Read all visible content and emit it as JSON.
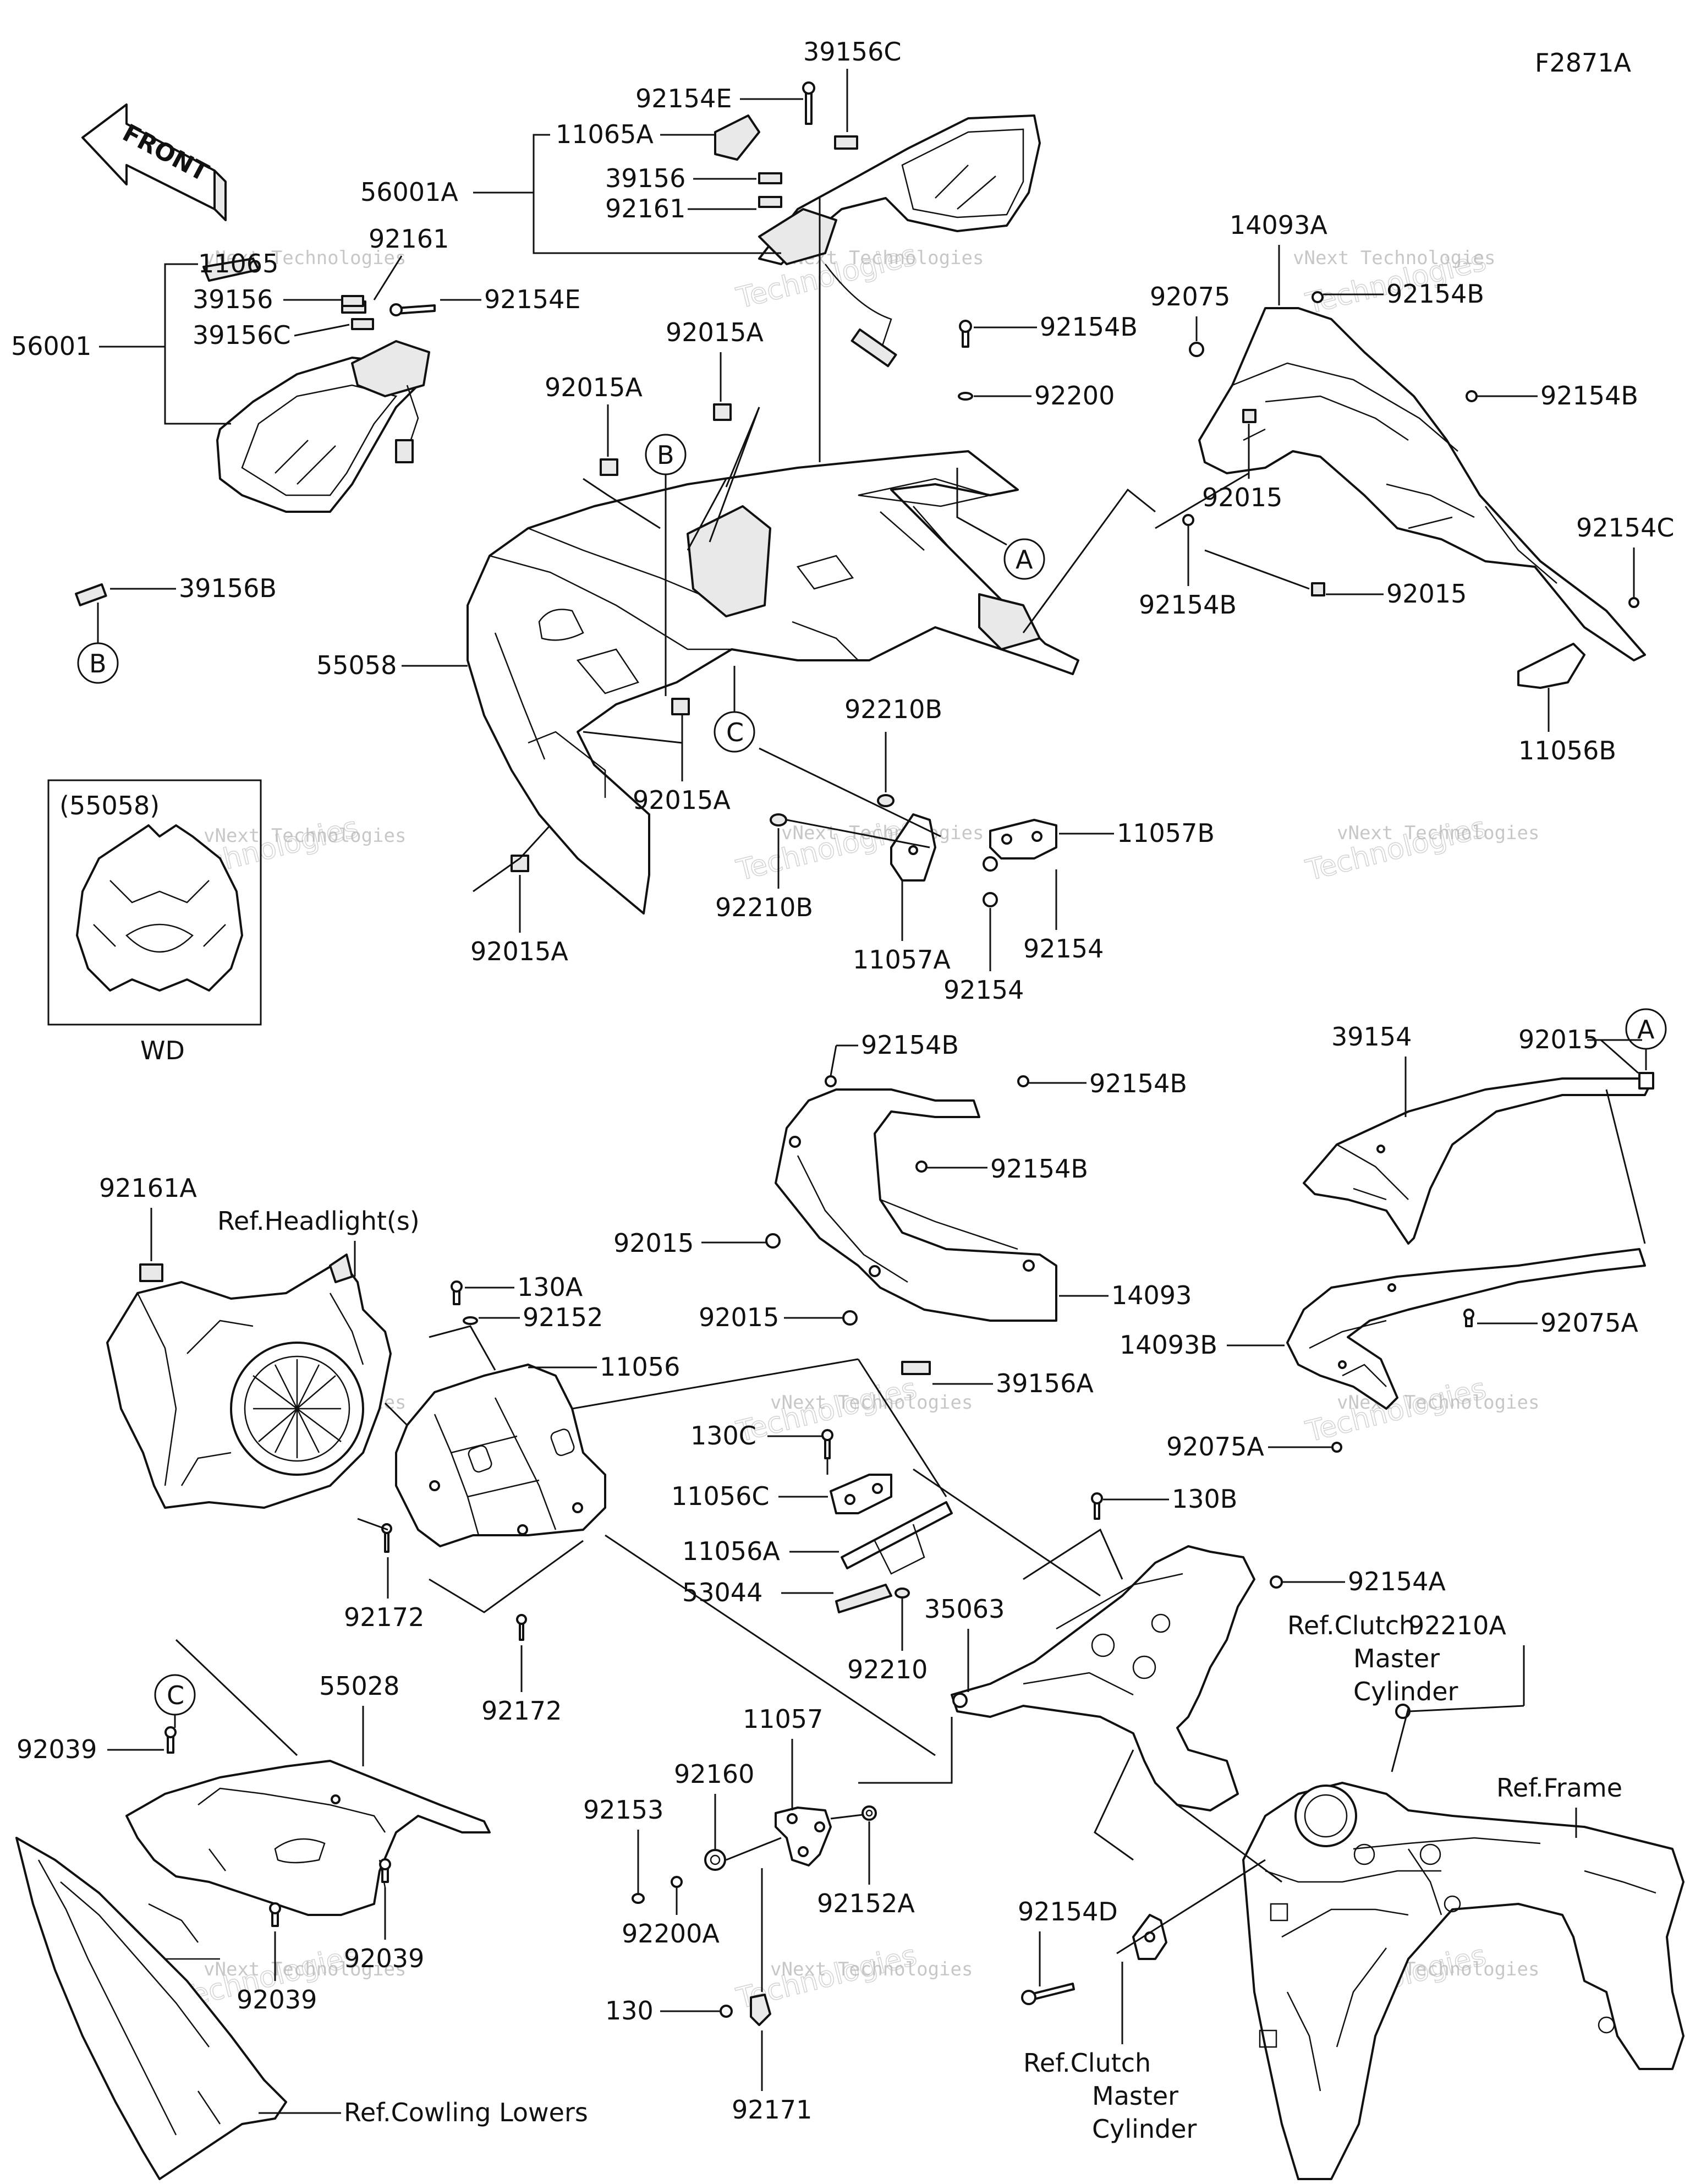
{
  "diagram_code": "F2871A",
  "front_label": "FRONT",
  "watermark_line1": "vNext Technologies",
  "watermark_line2": "Technologies",
  "inset": {
    "ref": "(55058)",
    "caption": "WD"
  },
  "callouts": [
    "A",
    "B",
    "C"
  ],
  "parts": {
    "p39156C_top": "39156C",
    "p92154E_top": "92154E",
    "p11065A": "11065A",
    "p39156_top": "39156",
    "p56001A": "56001A",
    "p92161_top": "92161",
    "p11065": "11065",
    "p92161_l": "92161",
    "p39156_l": "39156",
    "p92154E_l": "92154E",
    "p56001": "56001",
    "p39156C_l": "39156C",
    "p39156B": "39156B",
    "p92015A_1": "92015A",
    "p92015A_2": "92015A",
    "p92154B_m": "92154B",
    "p92200": "92200",
    "p55058": "55058",
    "p92015A_3": "92015A",
    "p92015A_4": "92015A",
    "p92210B_t": "92210B",
    "p92210B_b": "92210B",
    "p11057B": "11057B",
    "p11057A": "11057A",
    "p92154_r": "92154",
    "p92154_b": "92154",
    "p14093A": "14093A",
    "p92075": "92075",
    "p92154B_r1": "92154B",
    "p92154B_r2": "92154B",
    "p92015_r1": "92015",
    "p92154C": "92154C",
    "p92154B_r3": "92154B",
    "p92015_r2": "92015",
    "p11056B": "11056B",
    "p92154B_c1": "92154B",
    "p92154B_c2": "92154B",
    "p92154B_c3": "92154B",
    "p92015_c1": "92015",
    "p92015_c2": "92015",
    "p14093": "14093",
    "p39156A": "39156A",
    "p39154": "39154",
    "p92015_w": "92015",
    "p14093B": "14093B",
    "p92075A_1": "92075A",
    "p92075A_2": "92075A",
    "p92161A": "92161A",
    "ref_headlight": "Ref.Headlight(s)",
    "p130A": "130A",
    "p92152": "92152",
    "p11056": "11056",
    "p92172_1": "92172",
    "p92172_2": "92172",
    "p130C": "130C",
    "p11056C": "11056C",
    "p11056A": "11056A",
    "p53044": "53044",
    "p92210": "92210",
    "p130B": "130B",
    "p92154A": "92154A",
    "p35063": "35063",
    "ref_clutch_1a": "Ref.Clutch",
    "ref_clutch_1b": "Master",
    "ref_clutch_1c": "Cylinder",
    "p92210A": "92210A",
    "ref_frame": "Ref.Frame",
    "p92039_l": "92039",
    "p55028": "55028",
    "p92039_r": "92039",
    "p92039_b": "92039",
    "ref_cowling": "Ref.Cowling Lowers",
    "p11057": "11057",
    "p92160": "92160",
    "p92153": "92153",
    "p92152A": "92152A",
    "p92200A": "92200A",
    "p130": "130",
    "p92171": "92171",
    "p92154D": "92154D",
    "ref_clutch_2a": "Ref.Clutch",
    "ref_clutch_2b": "Master",
    "ref_clutch_2c": "Cylinder"
  }
}
